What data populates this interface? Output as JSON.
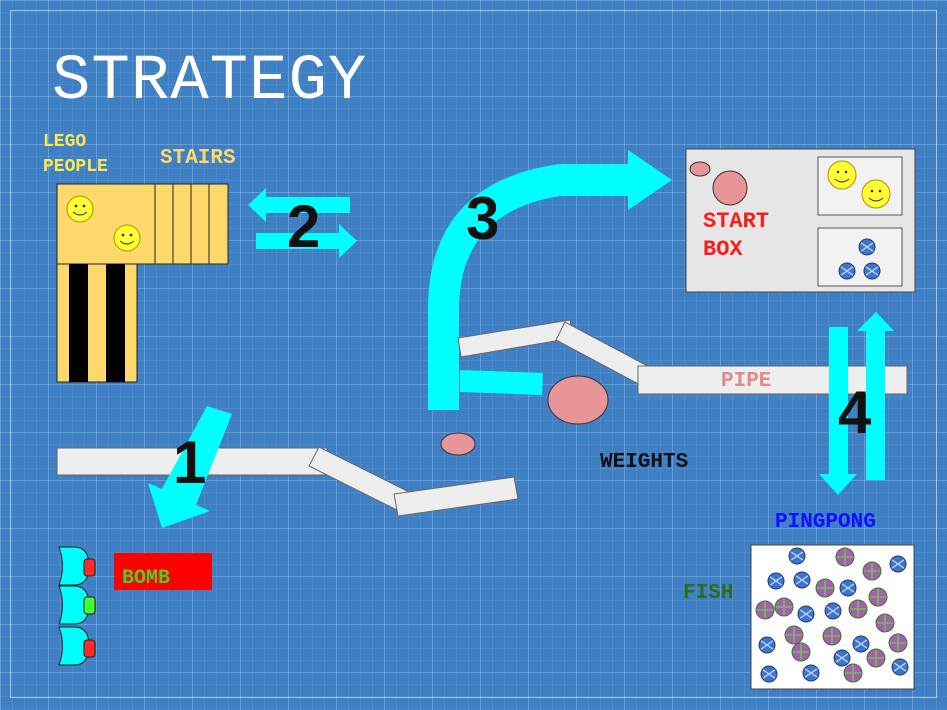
{
  "title": "STRATEGY",
  "labels": {
    "lego_people": "LEGO\nPEOPLE",
    "stairs": "STAIRS",
    "start_box": "START\nBOX",
    "pipe": "PIPE",
    "weights": "WEIGHTS",
    "pingpong": "PINGPONG",
    "fish": "FISH",
    "bomb": "BOMB"
  },
  "steps": [
    "1",
    "2",
    "3",
    "4"
  ],
  "colors": {
    "background": "#3f7fc3",
    "arrow": "#00ffff",
    "lego_block": "#fdd86a",
    "track": "#eeeeee",
    "weight": "#e8959a",
    "bomb_box": "#ff0000"
  }
}
